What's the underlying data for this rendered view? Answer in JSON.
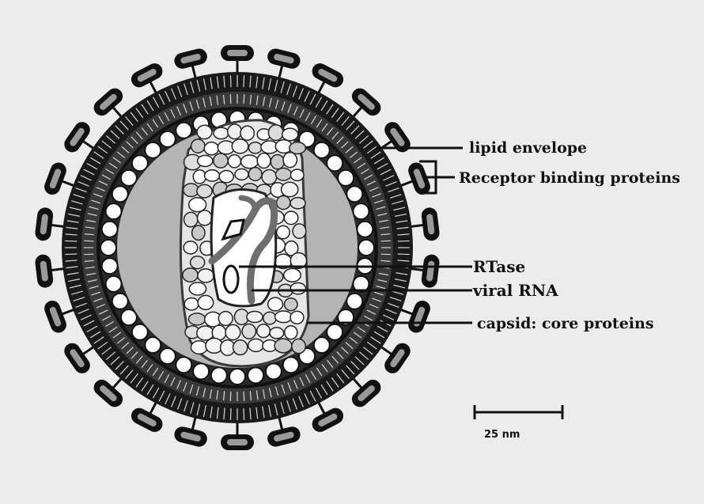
{
  "labels": {
    "lipid_envelope": "lipid envelope",
    "receptor_binding_proteins": "Receptor binding proteins",
    "rtase": "RTase",
    "viral_rna": "viral RNA",
    "capsid": "capsid: core proteins"
  },
  "scale_bar": {
    "label": "25 nm"
  },
  "colors": {
    "background": "#ececec",
    "interior": "#b4b4b4",
    "membrane_dark": "#1a1a1a",
    "spike": "#111111",
    "bead_fill": "#ffffff",
    "rna": "#6e6e6e"
  }
}
